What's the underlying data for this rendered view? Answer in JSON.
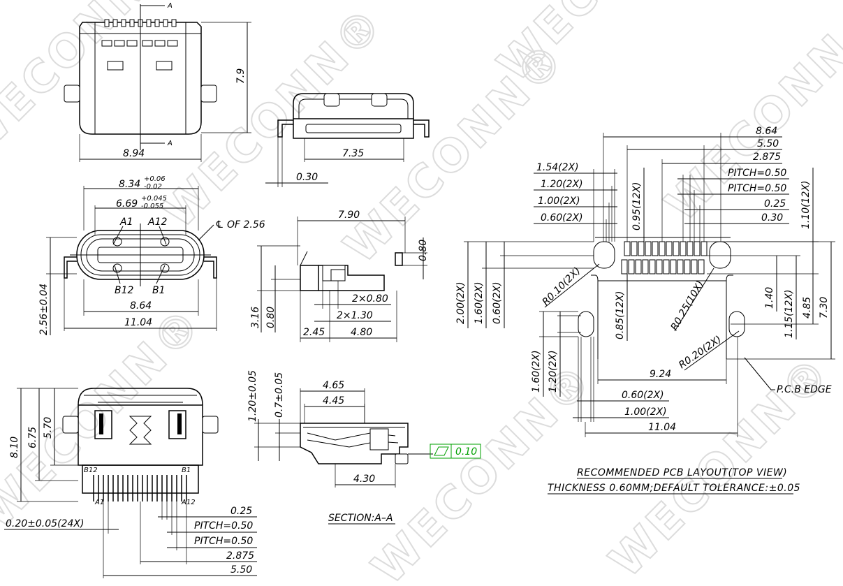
{
  "watermark": "WECONN®",
  "top_view": {
    "section_marker": "A",
    "height": "7.9",
    "width": "8.94"
  },
  "rear_view": {
    "width": "7.35",
    "thickness": "0.30"
  },
  "front_view": {
    "width_outer": "8.34",
    "width_outer_tol_plus": "+0.06",
    "width_outer_tol_minus": "-0.02",
    "width_inner": "6.69",
    "width_inner_tol_plus": "+0.045",
    "width_inner_tol_minus": "-0.055",
    "pin_a1": "A1",
    "pin_a12": "A12",
    "pin_b12": "B12",
    "pin_b1": "B1",
    "centerline": "℄ OF 2.56",
    "height": "2.56±0.04",
    "width_body": "8.64",
    "width_overall": "11.04"
  },
  "side_view": {
    "length": "7.90",
    "offset_top": "0.80",
    "height": "3.16",
    "offset_bottom": "0.80",
    "dim_2x080": "2×0.80",
    "dim_2x130": "2×1.30",
    "dim_245": "2.45",
    "dim_480": "4.80"
  },
  "bottom_view": {
    "height_total": "8.10",
    "height_mid": "6.75",
    "height_inner": "5.70",
    "pin_b12": "B12",
    "pin_b1": "B1",
    "pin_a1": "A1",
    "pin_a12": "A12",
    "pin_width": "0.20±0.05(24X)",
    "dim_025": "0.25",
    "pitch_1": "PITCH=0.50",
    "pitch_2": "PITCH=0.50",
    "dim_2875": "2.875",
    "dim_550": "5.50"
  },
  "section_view": {
    "dim_120": "1.20±0.05",
    "dim_070": "0.7±0.05",
    "dim_465": "4.65",
    "dim_445": "4.45",
    "dim_430": "4.30",
    "flatness": "0.10",
    "caption": "SECTION:A–A"
  },
  "pcb_layout": {
    "dim_864": "8.64",
    "dim_550": "5.50",
    "dim_2875": "2.875",
    "pitch_1": "PITCH=0.50",
    "pitch_2": "PITCH=0.50",
    "dim_025": "0.25",
    "dim_030": "0.30",
    "dim_154": "1.54(2X)",
    "dim_120": "1.20(2X)",
    "dim_100": "1.00(2X)",
    "dim_060": "0.60(2X)",
    "dim_095": "0.95(12X)",
    "dim_110": "1.10(12X)",
    "dim_200v": "2.00(2X)",
    "dim_160v": "1.60(2X)",
    "dim_060v": "0.60(2X)",
    "r010": "R0.10(2X)",
    "dim_085": "0.85(12X)",
    "r025": "R0.25(10X)",
    "dim_140": "1.40",
    "dim_115": "1.15(12X)",
    "dim_485": "4.85",
    "dim_730": "7.30",
    "r020": "R0.20(2X)",
    "dim_160b": "1.60(2X)",
    "dim_120b": "1.20(2X)",
    "dim_924": "9.24",
    "dim_060b": "0.60(2X)",
    "dim_100b": "1.00(2X)",
    "dim_1104": "11.04",
    "pcb_edge": "P.C.B EDGE",
    "caption": "RECOMMENDED PCB LAYOUT(TOP VIEW)",
    "thickness_note": "THICKNESS 0.60MM;DEFAULT TOLERANCE:±0.05"
  }
}
